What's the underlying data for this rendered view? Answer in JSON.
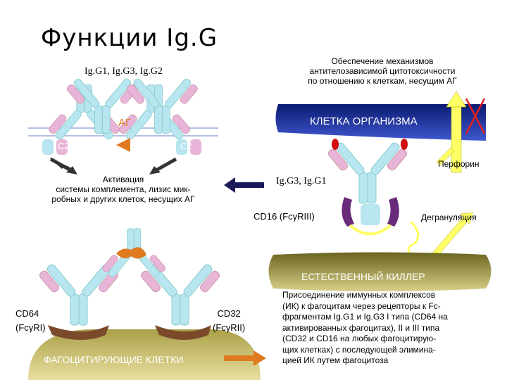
{
  "title": "Функции Ig.G",
  "left_panel": {
    "subclasses": "Ig.G1, Ig.G3, Ig.G2",
    "antigen": "АГ",
    "c1_left": "С2",
    "c1_right": "С2",
    "activation_text": "Активация\nсистемы комплемента, лизис мик-\nробных и других клеток, несущих АГ"
  },
  "right_panel": {
    "adcc_text": "Обеспечение механизмов\nантителозависимой цитотоксичности\nпо отношению к клеткам, несущим АГ",
    "target_cell": "КЛЕТКА ОРГАНИЗМА",
    "perforin": "Перфорин",
    "subclasses": "Ig.G3, Ig.G1",
    "receptor": "CD16 (FcγRIII)",
    "degranulation": "Дегрануляция",
    "nk_cell": "ЕСТЕСТВЕННЫЙ КИЛЛЕР"
  },
  "bottom_panel": {
    "cd64": "CD64\n(FcγRI)",
    "cd32": "CD32\n(FcγRII)",
    "phagocytes": "ФАГОЦИТИРУЮЩИЕ КЛЕТКИ",
    "description": "Присоединение  иммунных комплексов\n(ИК) к фагоцитам через рецепторы к Fc-\nфрагментам Ig.G1 и Ig.G3  I типа (CD64 на\nактивированных фагоцитах), II и III типа\n(CD32  и  CD16  на любых фагоцитирую-\nщих клетках)  с последующей  элимина-\nцией ИК путем  фагоцитоза"
  },
  "colors": {
    "heavy_chain": "#b8e6f0",
    "light_chain": "#e8b4d8",
    "target_cell": "#2a3aa8",
    "nk_cell": "#a8a050",
    "phagocyte": "#c8c070",
    "receptor": "#7a4a2a",
    "perforin_arrow": "#ffff66",
    "navy_arrow": "#1a1a5a",
    "orange_arrow": "#e07a20",
    "red_cross": "#e02020"
  }
}
